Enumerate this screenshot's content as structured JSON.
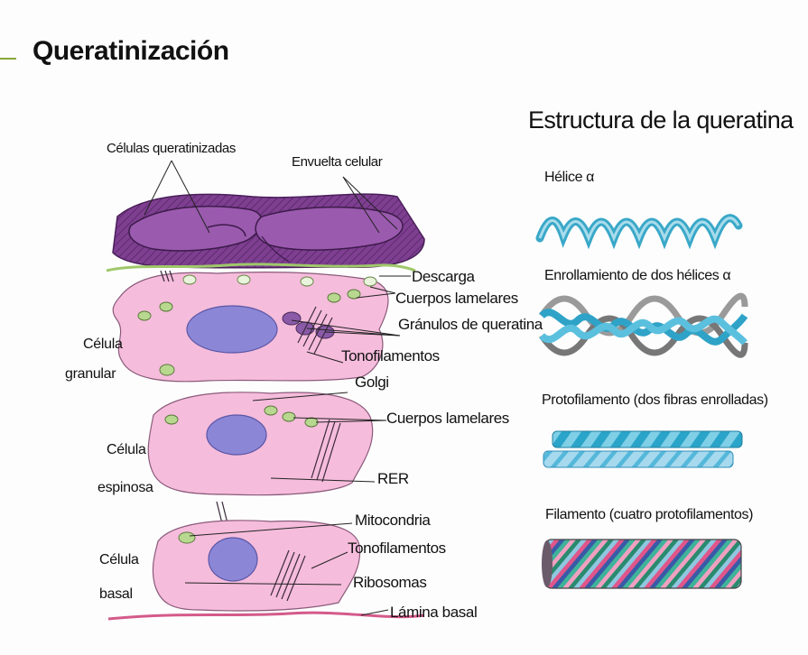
{
  "title": "Queratinización",
  "structure_title": "Estructura de la queratina",
  "diagram_labels": {
    "celulas_queratinizadas": "Células queratinizadas",
    "envuelta_celular": "Envuelta celular",
    "descarga": "Descarga",
    "cuerpos_lamelares_1": "Cuerpos lamelares",
    "granulos_queratina": "Gránulos de queratina",
    "tonofilamentos_1": "Tonofilamentos",
    "golgi": "Golgi",
    "cuerpos_lamelares_2": "Cuerpos lamelares",
    "rer": "RER",
    "mitocondria": "Mitocondria",
    "tonofilamentos_2": "Tonofilamentos",
    "ribosomas": "Ribosomas",
    "lamina_basal": "Lámina basal"
  },
  "cell_labels": {
    "granular_1": "Célula",
    "granular_2": "granular",
    "espinosa_1": "Célula",
    "espinosa_2": "espinosa",
    "basal_1": "Célula",
    "basal_2": "basal"
  },
  "structure_labels": {
    "helice": "Hélice α",
    "enrollamiento": "Enrollamiento de dos hélices α",
    "protofilamento": "Protofilamento (dos fibras enrolladas)",
    "filamento": "Filamento (cuatro protofilamentos)"
  },
  "colors": {
    "keratinized": "#7a3b8c",
    "cell_pink": "#f4b8d8",
    "nucleus": "#8a86d6",
    "helix": "#3aa8c8",
    "accent": "#8aa63a"
  }
}
